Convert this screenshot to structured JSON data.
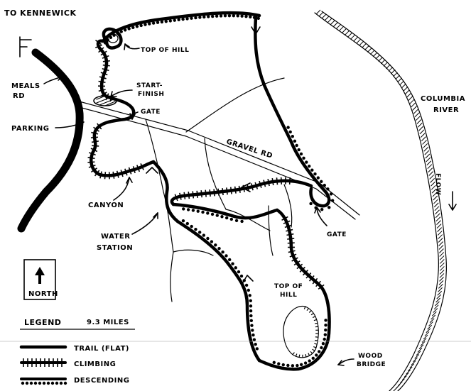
{
  "map": {
    "labels": {
      "to_kennewick": "TO KENNEWICK",
      "top_of_hill_north": "TOP OF HILL",
      "meals_rd_1": "MEALS",
      "meals_rd_2": "RD",
      "start_1": "START-",
      "start_2": "FINISH",
      "gate_north": "GATE",
      "parking": "PARKING",
      "gravel_rd": "GRAVEL RD",
      "canyon": "CANYON",
      "water_1": "WATER",
      "water_2": "STATION",
      "gate_east": "GATE",
      "top_of_hill_south_1": "TOP OF",
      "top_of_hill_south_2": "HILL",
      "wood_bridge_1": "WOOD",
      "wood_bridge_2": "BRIDGE",
      "columbia_1": "COLUMBIA",
      "columbia_2": "RIVER",
      "flow": "FLOW",
      "north": "NORTH"
    },
    "legend": {
      "title": "LEGEND",
      "distance": "9.3 MILES",
      "items": [
        "TRAIL (FLAT)",
        "CLIMBING",
        "DESCENDING"
      ]
    }
  }
}
